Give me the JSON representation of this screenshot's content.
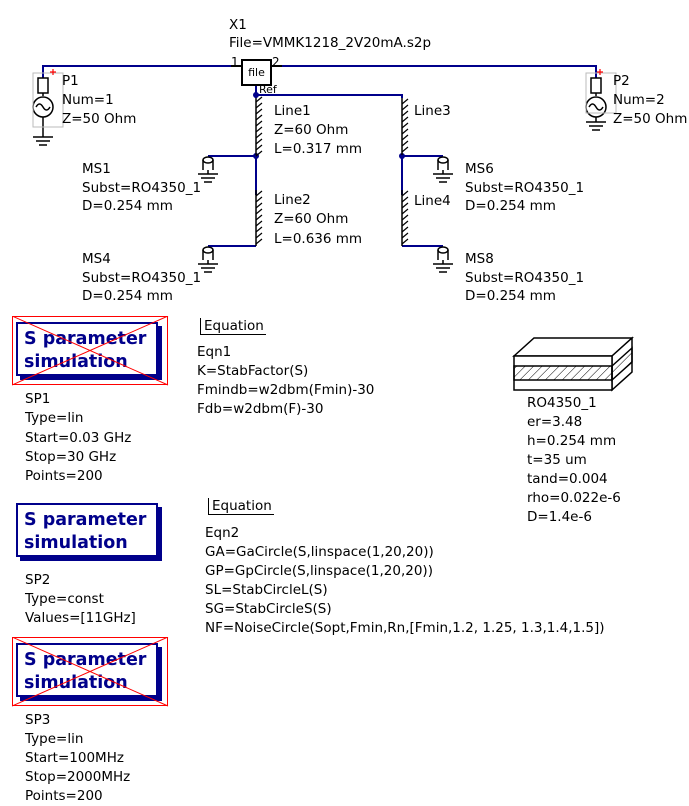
{
  "x1": {
    "label": "X1",
    "file": "File=VMMK1218_2V20mA.s2p",
    "box": "file",
    "pin1": "1",
    "pin2": "2",
    "ref": "Ref"
  },
  "p1": {
    "label": "P1",
    "num": "Num=1",
    "z": "Z=50 Ohm"
  },
  "p2": {
    "label": "P2",
    "num": "Num=2",
    "z": "Z=50 Ohm"
  },
  "line1": {
    "label": "Line1",
    "z": "Z=60 Ohm",
    "l": "L=0.317 mm"
  },
  "line2": {
    "label": "Line2",
    "z": "Z=60 Ohm",
    "l": "L=0.636 mm"
  },
  "line3": {
    "label": "Line3"
  },
  "line4": {
    "label": "Line4"
  },
  "ms1": {
    "label": "MS1",
    "subst": "Subst=RO4350_1",
    "d": "D=0.254 mm"
  },
  "ms4": {
    "label": "MS4",
    "subst": "Subst=RO4350_1",
    "d": "D=0.254 mm"
  },
  "ms6": {
    "label": "MS6",
    "subst": "Subst=RO4350_1",
    "d": "D=0.254 mm"
  },
  "ms8": {
    "label": "MS8",
    "subst": "Subst=RO4350_1",
    "d": "D=0.254 mm"
  },
  "sim_label_line1": "S parameter",
  "sim_label_line2": "simulation",
  "sp1": {
    "label": "SP1",
    "type": "Type=lin",
    "start": "Start=0.03 GHz",
    "stop": "Stop=30 GHz",
    "points": "Points=200"
  },
  "sp2": {
    "label": "SP2",
    "type": "Type=const",
    "values": "Values=[11GHz]"
  },
  "sp3": {
    "label": "SP3",
    "type": "Type=lin",
    "start": "Start=100MHz",
    "stop": "Stop=2000MHz",
    "points": "Points=200"
  },
  "eqn1": {
    "head": "Equation",
    "label": "Eqn1",
    "k": "K=StabFactor(S)",
    "fmindb": "Fmindb=w2dbm(Fmin)-30",
    "fdb": "Fdb=w2dbm(F)-30"
  },
  "eqn2": {
    "head": "Equation",
    "label": "Eqn2",
    "ga": "GA=GaCircle(S,linspace(1,20,20))",
    "gp": "GP=GpCircle(S,linspace(1,20,20))",
    "sl": "SL=StabCircleL(S)",
    "sg": "SG=StabCircleS(S)",
    "nf": "NF=NoiseCircle(Sopt,Fmin,Rn,[Fmin,1.2, 1.25, 1.3,1.4,1.5])"
  },
  "substrate": {
    "label": "RO4350_1",
    "er": "er=3.48",
    "h": "h=0.254 mm",
    "t": "t=35 um",
    "tand": "tand=0.004",
    "rho": "rho=0.022e-6",
    "d": "D=1.4e-6"
  },
  "colors": {
    "wire": "#00008b",
    "component": "#000000",
    "port_plus": "#ff0000",
    "cross": "#ff0000",
    "sim_text": "#00008b"
  }
}
